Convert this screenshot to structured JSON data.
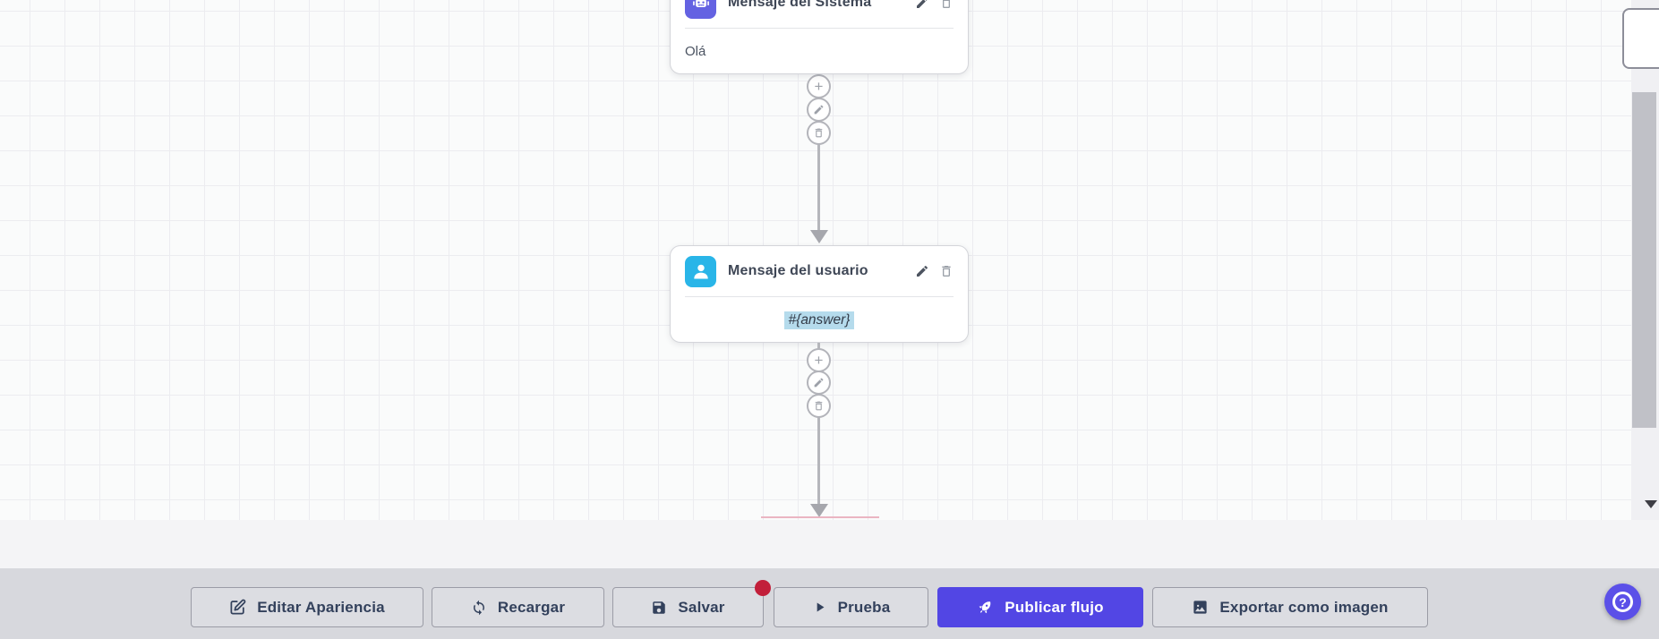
{
  "colors": {
    "canvas_bg": "#fafbfb",
    "grid_line": "#ececf0",
    "toolbar_bg": "#d7d8dd",
    "button_bg": "#dcdde2",
    "button_border": "#9b9ca6",
    "button_text": "#33415c",
    "primary": "#5246e4",
    "badge_red": "#c21f3a",
    "node_bg": "#ffffff",
    "node_border": "#d4d5da",
    "node_title": "#3f4756",
    "robot_icon_bg": "#6462e2",
    "user_icon_bg": "#29b5e8",
    "connector": "#b5b6bb",
    "highlight_bg": "#b5dbec",
    "help_bg": "#5b50e8"
  },
  "canvas": {
    "nodes": [
      {
        "title": "Mensaje del Sistema",
        "body": "Olá",
        "icon": "robot-icon"
      },
      {
        "title": "Mensaje del usuario",
        "body": "#{answer}",
        "icon": "user-icon"
      }
    ]
  },
  "toolbar": {
    "buttons": {
      "edit_appearance": "Editar Apariencia",
      "reload": "Recargar",
      "save": "Salvar",
      "test": "Prueba",
      "publish": "Publicar flujo",
      "export": "Exportar como imagen"
    }
  },
  "help": {
    "label": "?"
  }
}
